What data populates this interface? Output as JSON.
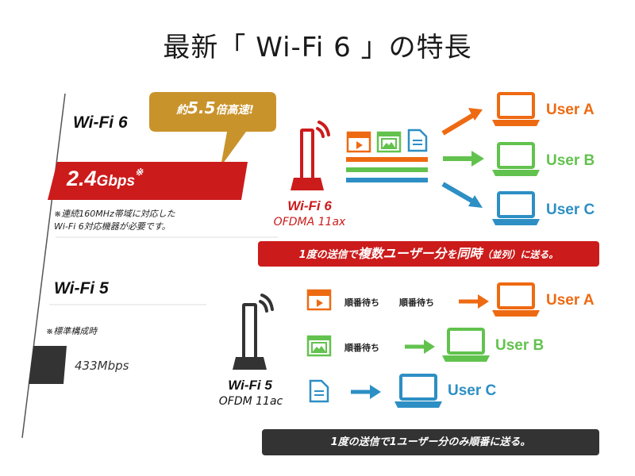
{
  "title": "最新「 Wi-Fi 6 」の特長",
  "colors": {
    "red": "#cc1b1b",
    "gold": "#c9932c",
    "orange": "#ee6a12",
    "green": "#62c24e",
    "blue": "#2d8fc4",
    "dark": "#333333"
  },
  "left": {
    "wifi6_label": "Wi-Fi 6",
    "speed_badge": "約5.5倍高速!",
    "speed_badge_pre": "約",
    "speed_badge_num": "5.5",
    "speed_badge_post": "倍高速!",
    "wifi6_speed_num": "2.4",
    "wifi6_speed_unit": "Gbps",
    "wifi6_speed_mark": "※",
    "wifi6_note_line1": "※連続160MHz帯域に対応した",
    "wifi6_note_line2": "Wi-Fi 6対応機器が必要です。",
    "wifi5_label": "Wi-Fi 5",
    "wifi5_note": "※標準構成時",
    "wifi5_speed": "433Mbps"
  },
  "wifi6": {
    "device_label": "Wi-Fi 6",
    "device_sub": "OFDMA 11ax",
    "icons": [
      "video-icon",
      "image-icon",
      "document-icon"
    ],
    "users": [
      "User A",
      "User B",
      "User C"
    ],
    "banner": "1度の送信で複数ユーザー分を同時（並列）に送る。",
    "banner_pre": "1度の送信で",
    "banner_bold1": "複数ユーザー分",
    "banner_mid": "を",
    "banner_bold2": "同時",
    "banner_post": "（並列）に送る。"
  },
  "wifi5": {
    "device_label": "Wi-Fi 5",
    "device_sub": "OFDM 11ac",
    "waiting": "順番待ち",
    "users": [
      "User A",
      "User B",
      "User C"
    ],
    "banner": "1度の送信で1ユーザー分のみ順番に送る。"
  }
}
